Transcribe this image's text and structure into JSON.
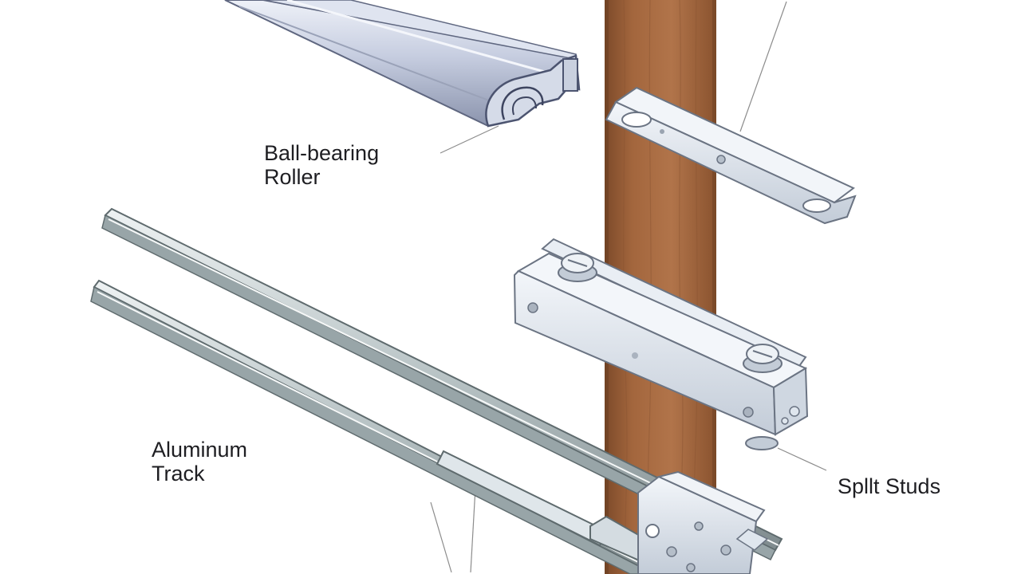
{
  "labels": {
    "roller": {
      "line1": "Ball-bearing",
      "line2": "Roller"
    },
    "track": {
      "line1": "Aluminum",
      "line2": "Track"
    },
    "studs": {
      "line1": "Spllt Studs"
    }
  },
  "colors": {
    "wood": "#a0643c",
    "wood_dark": "#7d4a2a",
    "aluminum": "#c9d2e2",
    "aluminum_dark": "#8a94ab",
    "steel": "#dfe6ee",
    "steel_edge": "#7e8896",
    "leader": "#8c8c8c",
    "text": "#1e1e22"
  },
  "icons": [
    "roller-extrusion-drawing",
    "wooden-post-drawing",
    "angle-bracket-drawing",
    "roller-carriage-drawing",
    "track-rails-drawing",
    "hanger-bracket-drawing"
  ]
}
